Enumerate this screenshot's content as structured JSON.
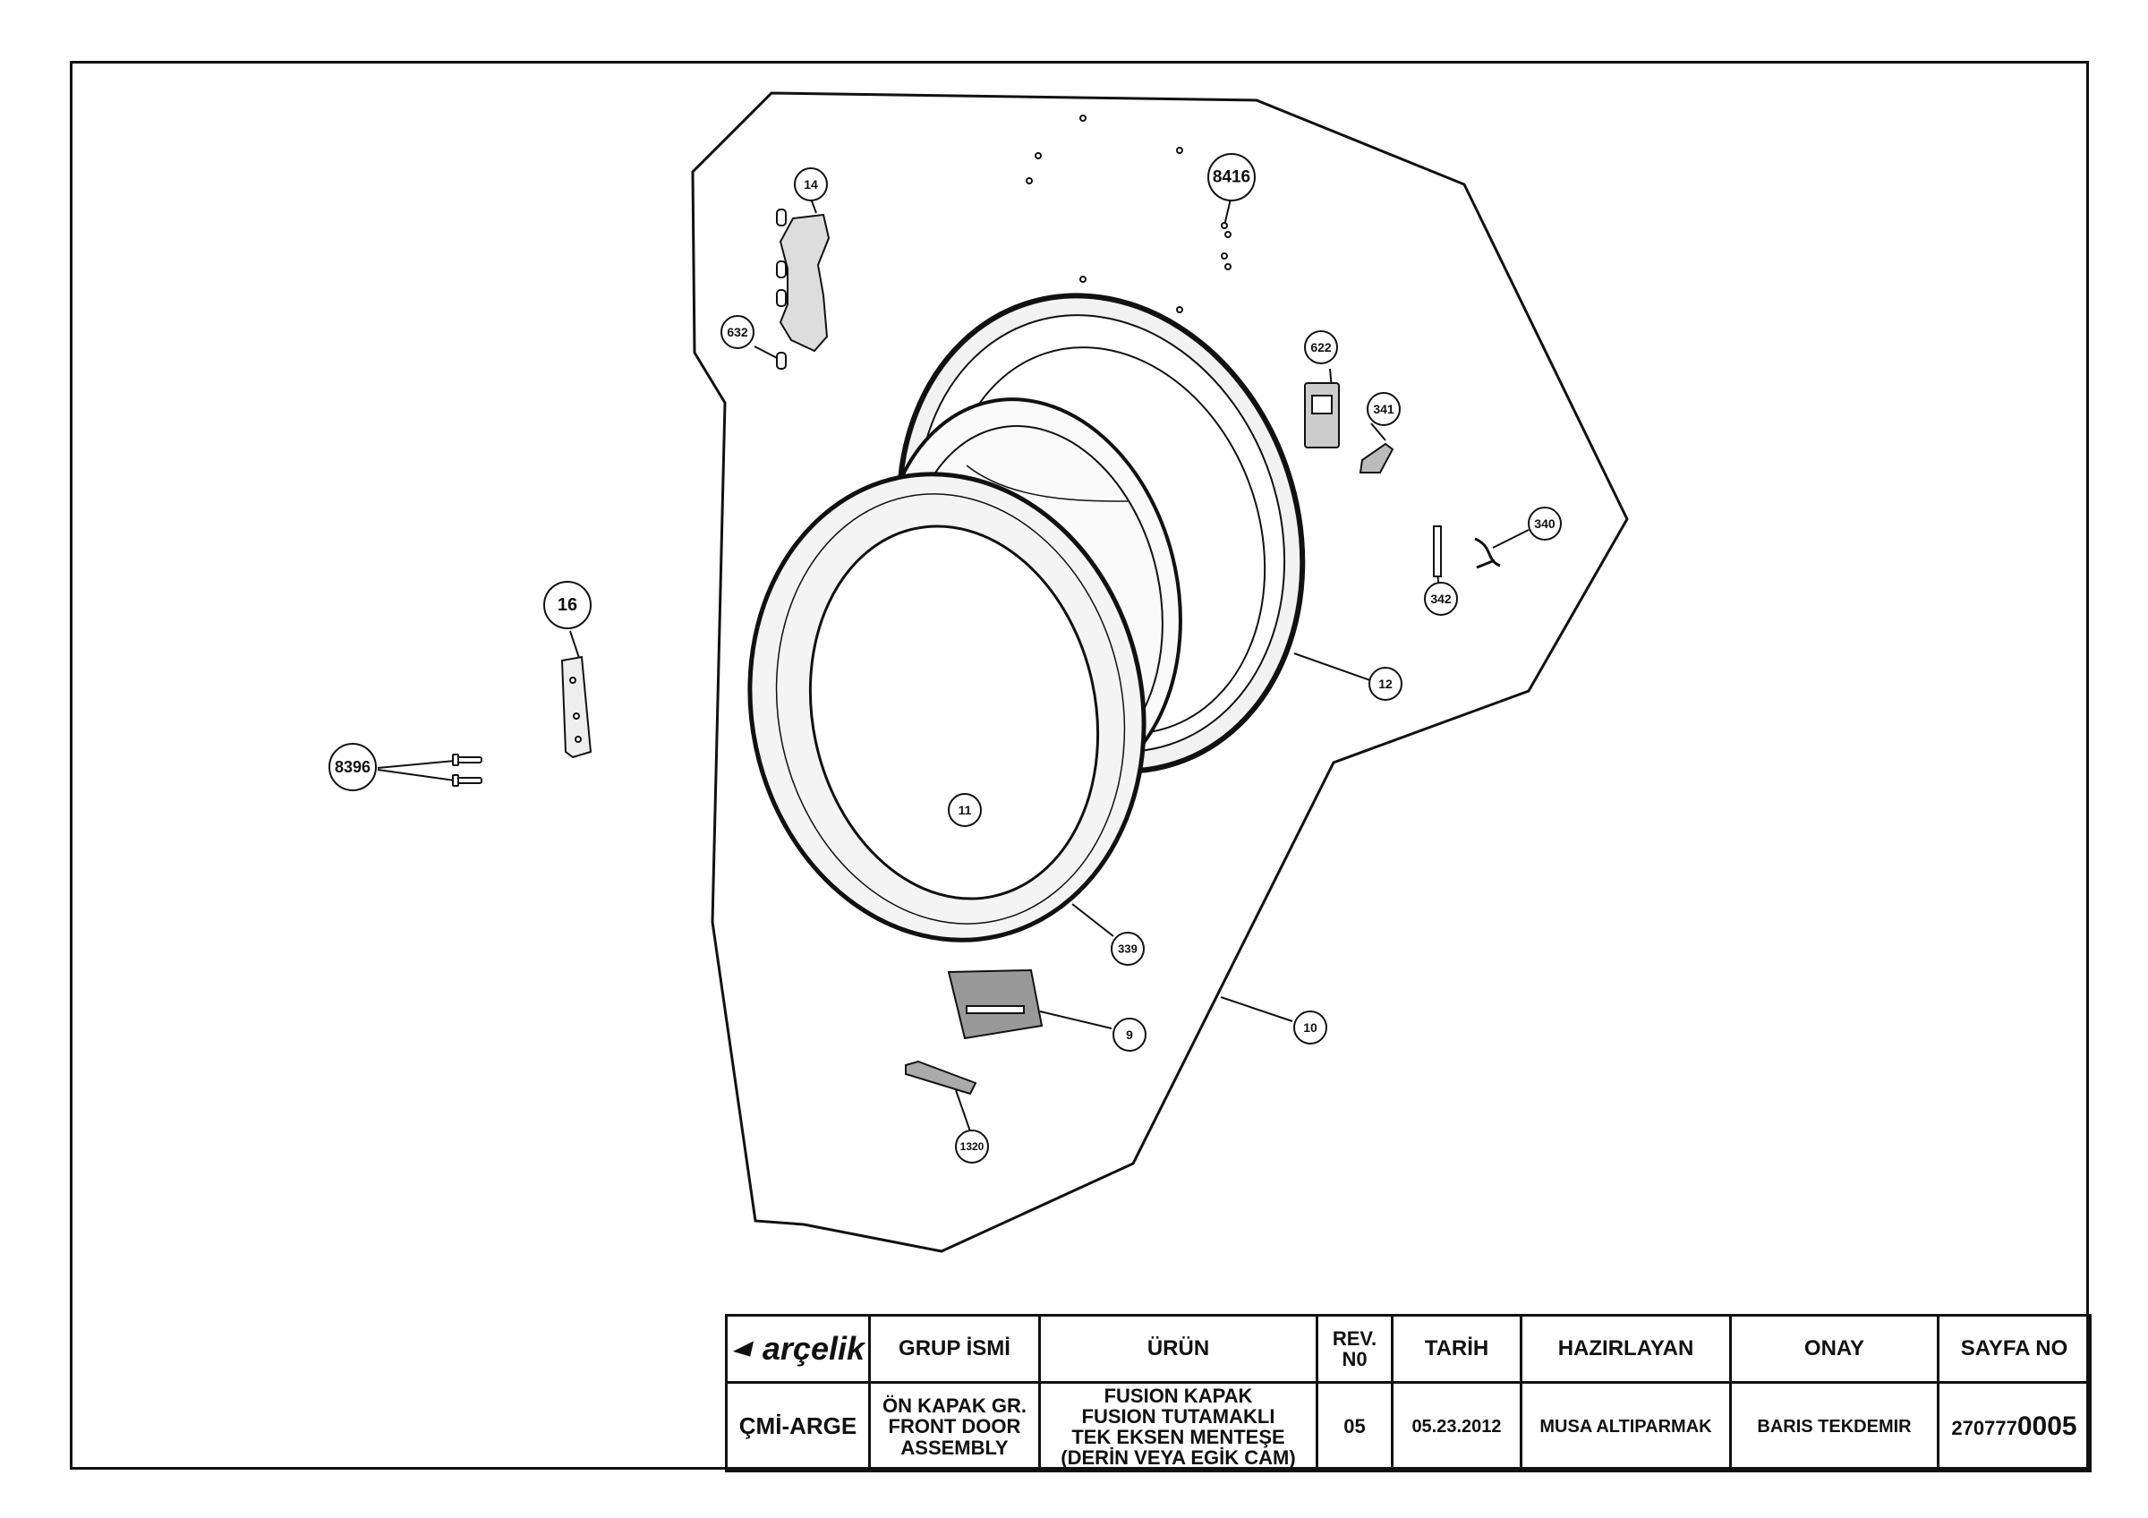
{
  "callouts": [
    {
      "id": "c14",
      "label": "14"
    },
    {
      "id": "c8416",
      "label": "8416"
    },
    {
      "id": "c632",
      "label": "632"
    },
    {
      "id": "c622",
      "label": "622"
    },
    {
      "id": "c341",
      "label": "341"
    },
    {
      "id": "c340",
      "label": "340"
    },
    {
      "id": "c342",
      "label": "342"
    },
    {
      "id": "c16",
      "label": "16"
    },
    {
      "id": "c12",
      "label": "12"
    },
    {
      "id": "c8396",
      "label": "8396"
    },
    {
      "id": "c11",
      "label": "11"
    },
    {
      "id": "c339",
      "label": "339"
    },
    {
      "id": "c10",
      "label": "10"
    },
    {
      "id": "c9",
      "label": "9"
    },
    {
      "id": "c1320",
      "label": "1320"
    }
  ],
  "title_block": {
    "brand": "arçelik",
    "headers": {
      "group_name": "GRUP İSMİ",
      "product": "ÜRÜN",
      "rev_no": "REV.\nN0",
      "date": "TARİH",
      "prepared_by": "HAZIRLAYAN",
      "approval": "ONAY",
      "page_no": "SAYFA NO"
    },
    "values": {
      "department": "ÇMİ-ARGE",
      "group_name": "ÖN KAPAK GR.\nFRONT DOOR\nASSEMBLY",
      "product": "FUSION KAPAK\nFUSION TUTAMAKLI\nTEK EKSEN MENTEŞE\n(DERİN VEYA EGİK CAM)",
      "rev_no": "05",
      "date": "05.23.2012",
      "prepared_by": "MUSA ALTIPARMAK",
      "approval": "BARIS TEKDEMIR",
      "page_no_prefix": "270777",
      "page_no_suffix": "0005"
    }
  }
}
